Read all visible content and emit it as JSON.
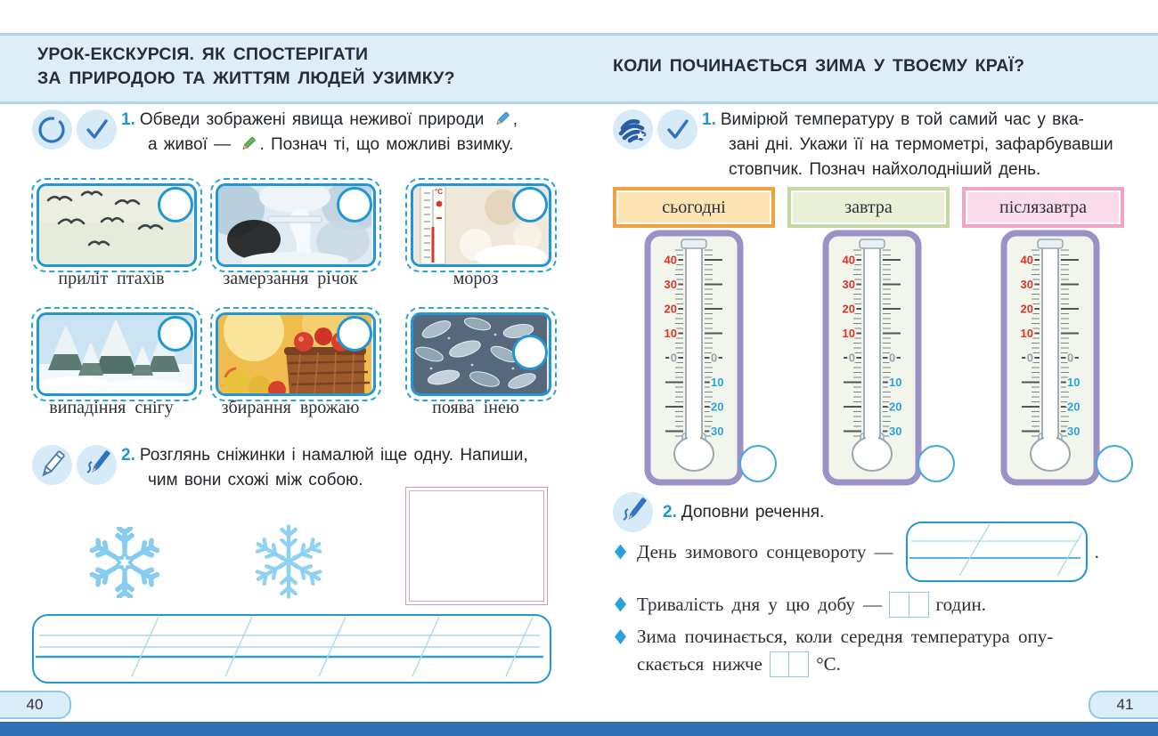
{
  "document_type": "school workbook spread",
  "header": {
    "left_title_line1": "УРОК-ЕКСКУРСІЯ. ЯК СПОСТЕРІГАТИ",
    "left_title_line2": "ЗА ПРИРОДОЮ ТА ЖИТТЯМ ЛЮДЕЙ УЗИМКУ?",
    "right_title": "КОЛИ ПОЧИНАЄТЬСЯ ЗИМА У ТВОЄМУ КРАЇ?"
  },
  "left_page": {
    "page_number": "40",
    "task1": {
      "number": "1.",
      "text_before_blue_pencil": "Обведи зображені явища неживої природи",
      "after_blue_pencil": ",",
      "text_before_green_pencil": "а живої —",
      "after_green_pencil": ". Познач ті, що можливі взимку.",
      "icons": [
        "circle-outline-icon",
        "checkmark-icon"
      ],
      "inline_icons": [
        "blue-pencil-icon",
        "green-pencil-icon"
      ]
    },
    "cards": [
      {
        "caption": "приліт птахів",
        "image": "flock of flying birds"
      },
      {
        "caption": "замерзання річок",
        "image": "frozen river among snowy trees"
      },
      {
        "caption": "мороз",
        "image": "outdoor thermometer in snow",
        "photo_label": "°C"
      },
      {
        "caption": "випадіння снігу",
        "image": "snow-covered fir trees"
      },
      {
        "caption": "збирання врожаю",
        "image": "basket of apples in autumn"
      },
      {
        "caption": "поява інею",
        "image": "hoarfrost on leaves"
      }
    ],
    "task2": {
      "number": "2.",
      "line1": "Розглянь сніжинки і намалюй іще одну. Напиши,",
      "line2": "чим вони схожі між собою.",
      "icons": [
        "pencil-outline-icon",
        "pen-writing-icon"
      ]
    }
  },
  "right_page": {
    "page_number": "41",
    "task1": {
      "number": "1.",
      "line1": "Вимірюй температуру в той самий час у вка-",
      "line2": "зані дні. Укажи її на термометрі, зафарбувавши",
      "line3": "стовпчик. Познач найхолодніший день.",
      "icons": [
        "scribble-icon",
        "checkmark-icon"
      ]
    },
    "day_labels": [
      {
        "label": "сьогодні",
        "border_color": "#f0a23e",
        "fill_color": "#fce3b4"
      },
      {
        "label": "завтра",
        "border_color": "#c3d8a3",
        "fill_color": "#e9f0d6"
      },
      {
        "label": "післязавтра",
        "border_color": "#f0a6c3",
        "fill_color": "#fcdcea"
      }
    ],
    "thermometer": {
      "pos_labels": [
        "40",
        "30",
        "20",
        "10"
      ],
      "zero_label": "0",
      "neg_labels": [
        "10",
        "20",
        "30"
      ],
      "pos_color": "#e03328",
      "neg_color": "#2ba2dc",
      "zero_color": "#9aa1a7"
    },
    "task2": {
      "number": "2.",
      "text": "Доповни речення.",
      "icons": [
        "pen-writing-icon"
      ]
    },
    "bullets": {
      "b1_text": "День зимового сонцевороту —",
      "b1_after_box": ".",
      "b2_text": "Тривалість дня у цю добу —",
      "b2_after_box": "годин.",
      "b3_line1": "Зима починається, коли середня температура опу-",
      "b3_line2_before_box": "скається нижче",
      "b3_after_box": "°С."
    }
  },
  "colors": {
    "header_band": "#ddeef8",
    "accent_blue": "#2196d9",
    "dashed_border": "#2ba5d8",
    "thermometer_frame": "#9c91c7",
    "thermometer_inner": "#f2f5ec",
    "snowflake": "#85ccf0",
    "draw_box_pink": "#df93b1",
    "bottom_bar": "#2f6fb3"
  }
}
